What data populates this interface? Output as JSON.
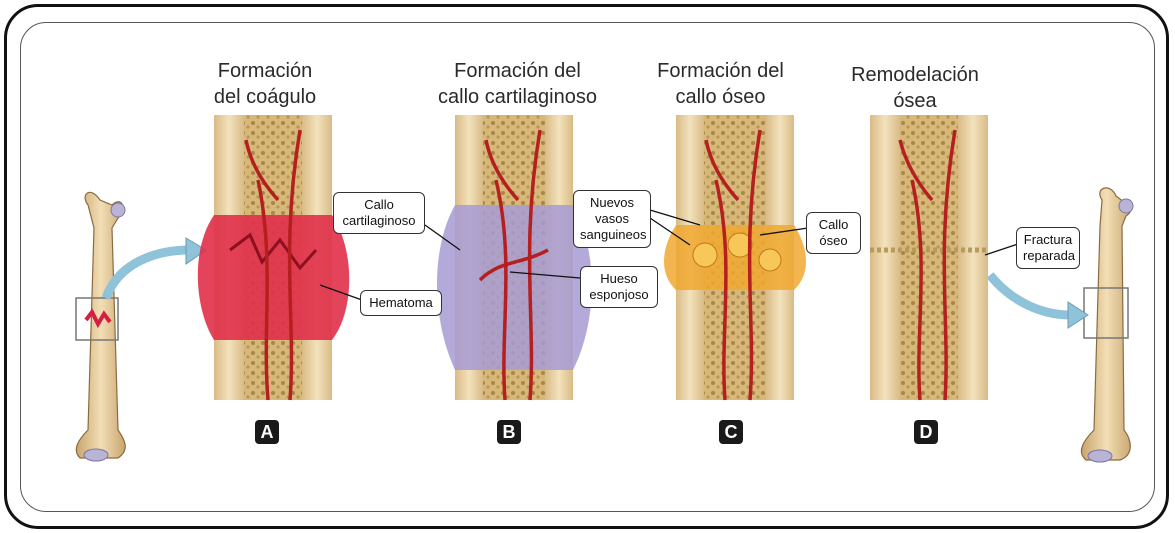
{
  "stages": [
    {
      "title": "Formación\ndel coágulo",
      "letter": "A"
    },
    {
      "title": "Formación del\ncallo cartilaginoso",
      "letter": "B"
    },
    {
      "title": "Formación del\ncallo óseo",
      "letter": "C"
    },
    {
      "title": "Remodelación\nósea",
      "letter": "D"
    }
  ],
  "labels": {
    "hematoma": "Hematoma",
    "callo_cartilaginoso": "Callo\ncartilaginoso",
    "hueso_esponjoso": "Hueso\nesponjoso",
    "nuevos_vasos": "Nuevos\nvasos\nsanguineos",
    "callo_oseo": "Callo\nóseo",
    "fractura_reparada": "Fractura\nreparada"
  },
  "colors": {
    "bone": "#e8cfa0",
    "spongy": "#c9a865",
    "vessel": "#b51f1f",
    "hematoma": "#e0304a",
    "cartilage": "#a79bd4",
    "bony_callus": "#f0a830",
    "arrow": "#8ec3da"
  }
}
